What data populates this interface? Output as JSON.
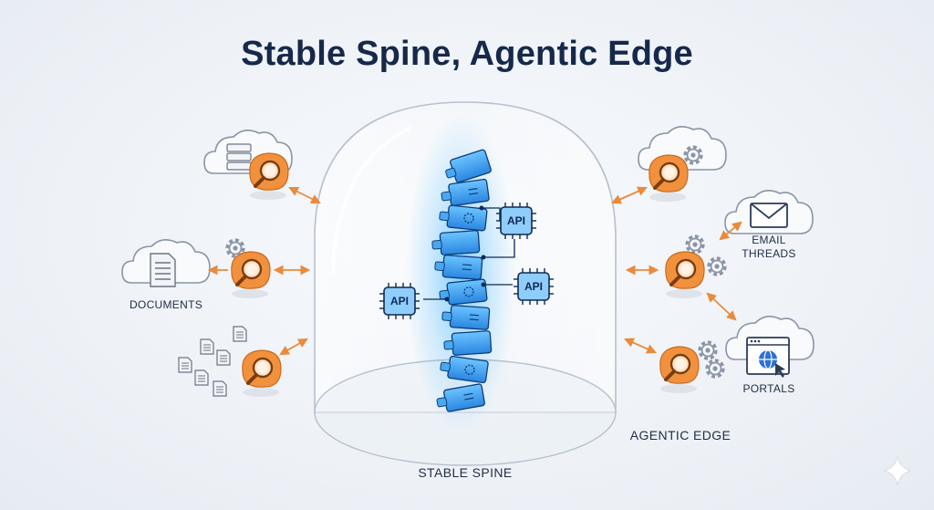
{
  "title": "Stable Spine, Agentic Edge",
  "labels": {
    "documents": "DOCUMENTS",
    "email_threads_line1": "EMAIL",
    "email_threads_line2": "THREADS",
    "portals": "PORTALS",
    "stable_spine": "STABLE SPINE",
    "agentic_edge": "AGENTIC EDGE"
  },
  "api_chips": [
    "API",
    "API",
    "API"
  ],
  "colors": {
    "title": "#16294a",
    "spine_blue": "#3aa3f5",
    "spine_glow": "#4fb8ff",
    "agent_orange": "#f2913d",
    "arrow_orange": "#ea8a3b",
    "cloud_stroke": "#8a94a6"
  },
  "icons": [
    "cloud-icon",
    "server-icon",
    "document-icon",
    "gear-icon",
    "magnifier-icon",
    "mail-icon",
    "browser-globe-icon",
    "sparkle-icon"
  ]
}
